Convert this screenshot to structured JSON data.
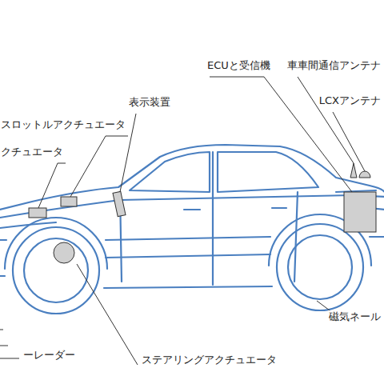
{
  "diagram": {
    "labels": [
      "ECUと受信機",
      "車車間通信アンテナ",
      "LCXアンテナ",
      "表示装置",
      "スロットルアクチュエータ",
      "クチュエータ",
      "磁気ネール",
      "ステアリングアクチュエータ",
      "ーレーダー"
    ]
  }
}
